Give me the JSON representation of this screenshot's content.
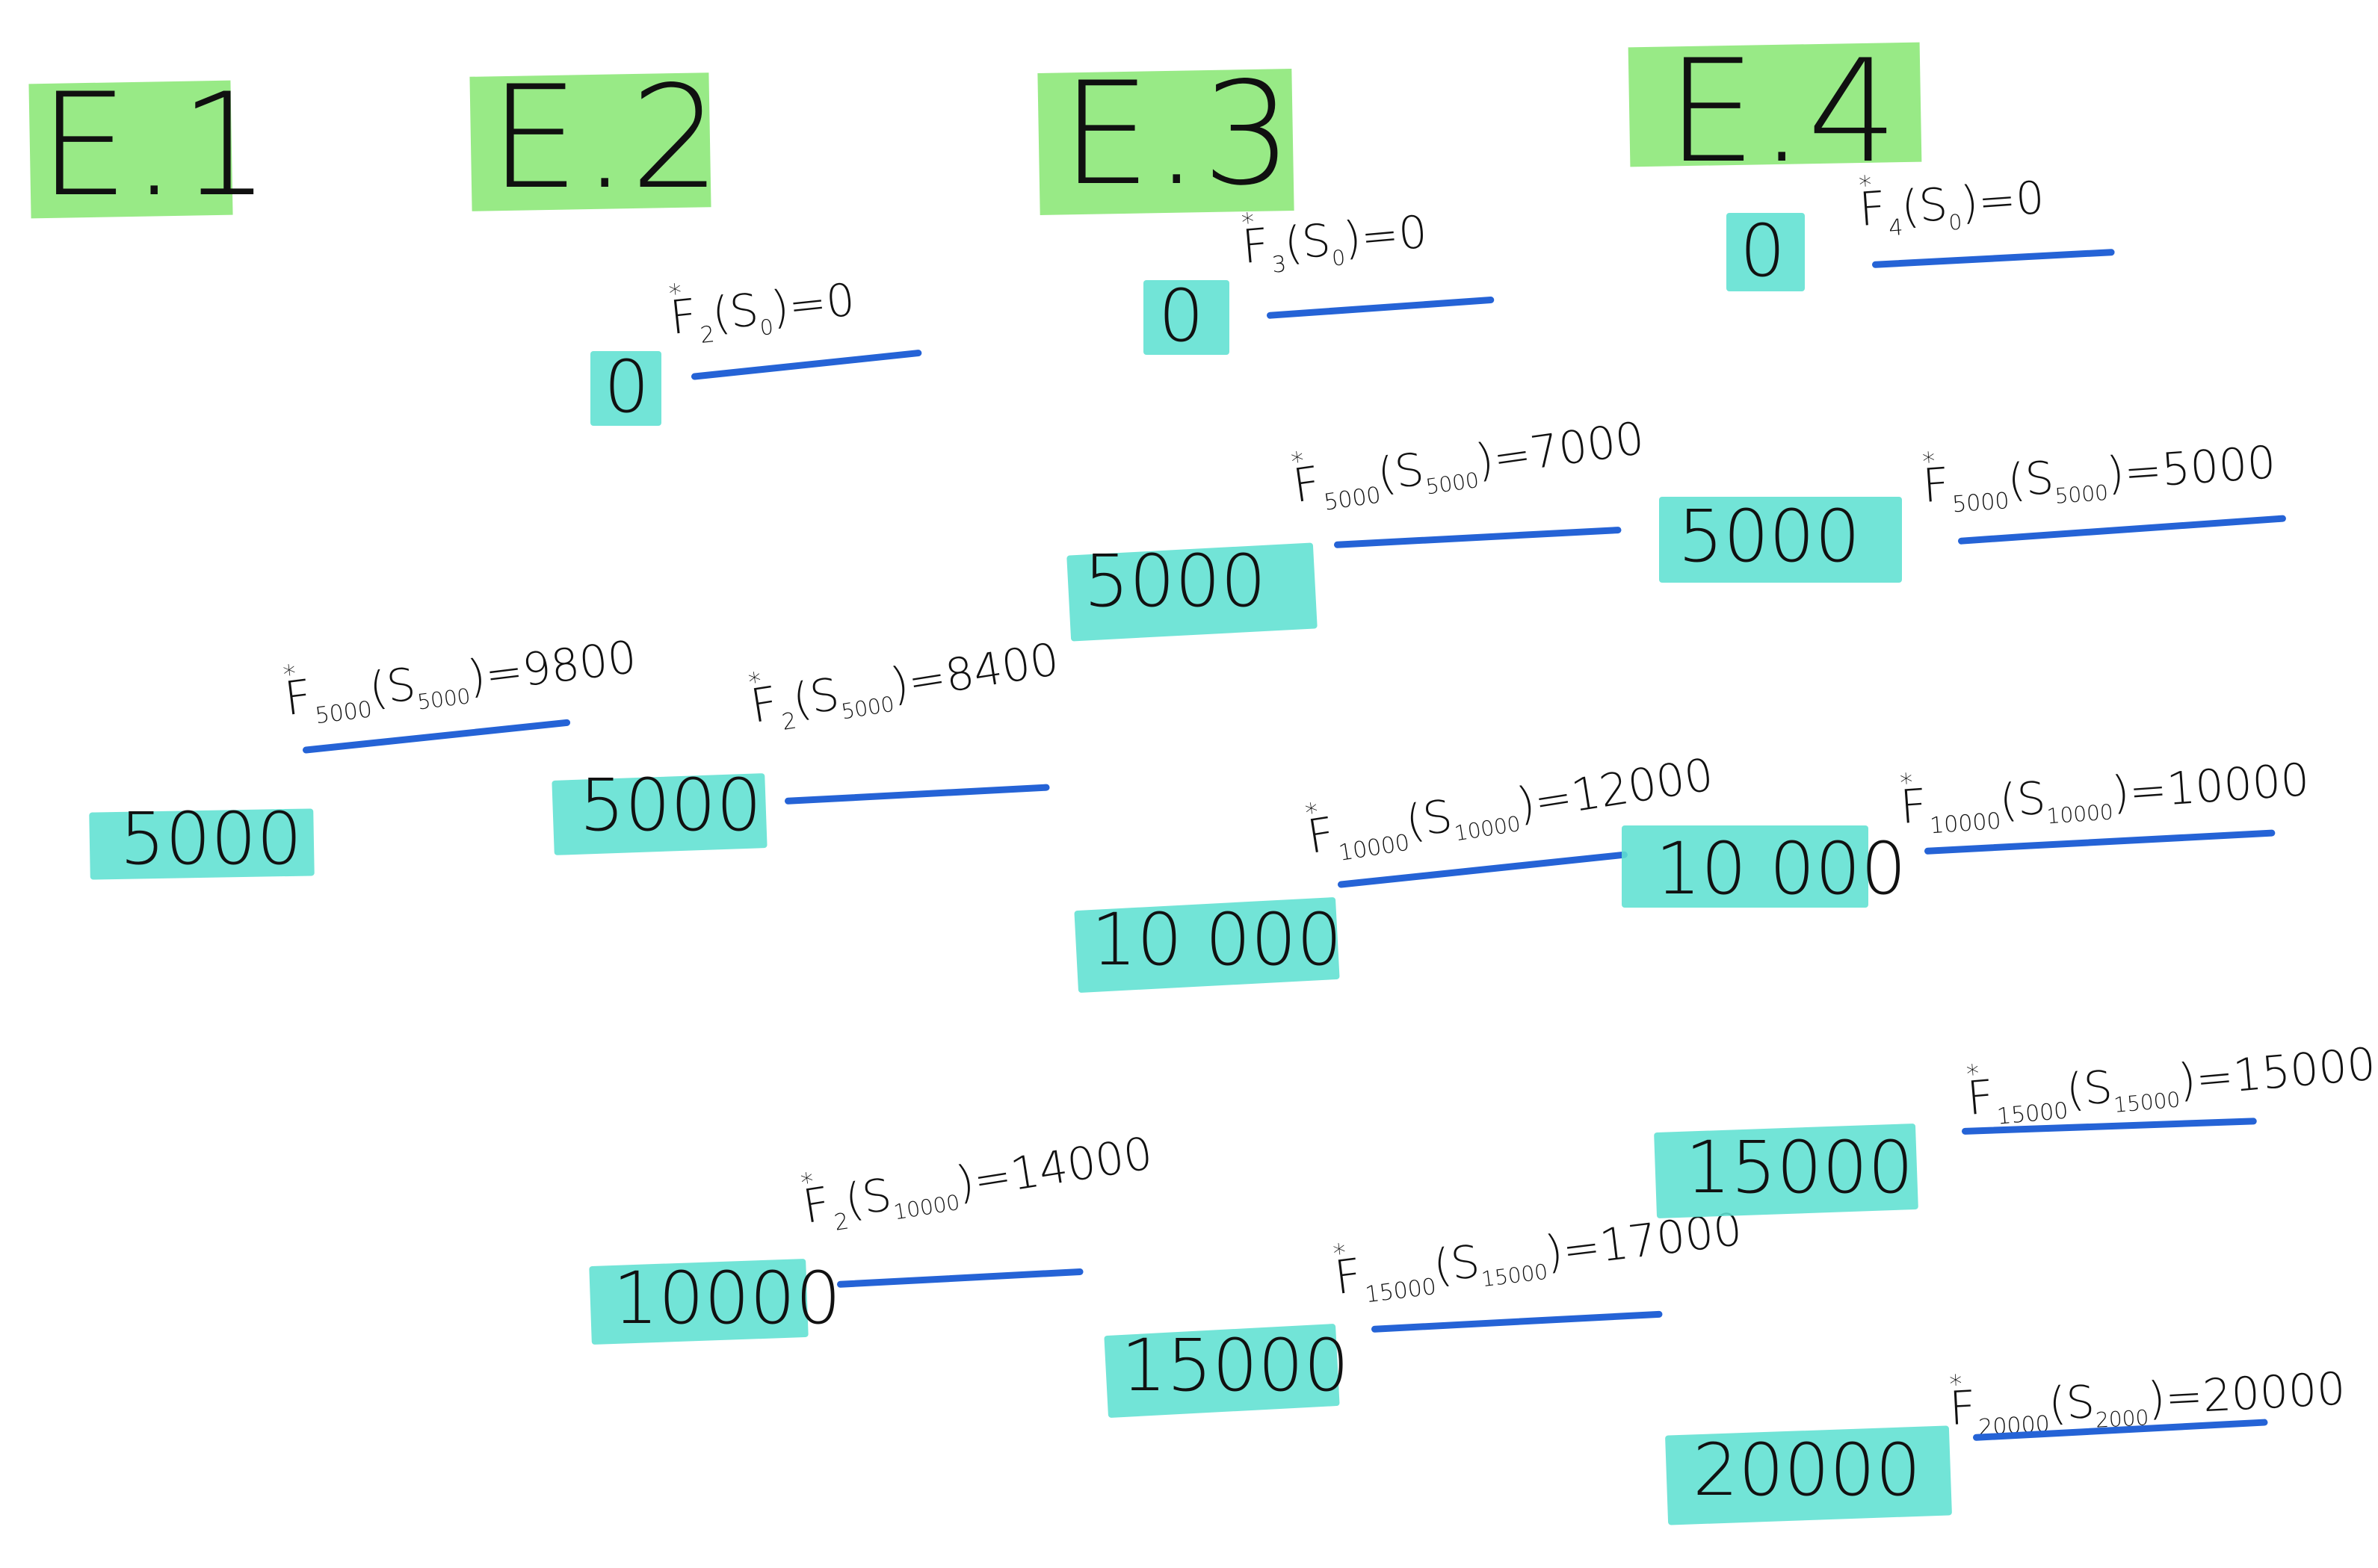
{
  "stages": [
    {
      "id": "e1",
      "label": "E.1"
    },
    {
      "id": "e2",
      "label": "E.2"
    },
    {
      "id": "e3",
      "label": "E.3"
    },
    {
      "id": "e4",
      "label": "E.4"
    }
  ],
  "nodes": [
    {
      "stage": "E.1",
      "value": "5000",
      "formula": {
        "sub": "5000",
        "arg_sub": "5000",
        "result": "9800"
      }
    },
    {
      "stage": "E.2",
      "value": "0",
      "formula": {
        "sub": "2",
        "arg_sub": "0",
        "result": "0"
      }
    },
    {
      "stage": "E.2",
      "value": "5000",
      "formula": {
        "sub": "2",
        "arg_sub": "5000",
        "result": "8400"
      }
    },
    {
      "stage": "E.2",
      "value": "10000",
      "formula": {
        "sub": "2",
        "arg_sub": "10000",
        "result": "14000"
      }
    },
    {
      "stage": "E.3",
      "value": "0",
      "formula": {
        "sub": "3",
        "arg_sub": "0",
        "result": "0"
      }
    },
    {
      "stage": "E.3",
      "value": "5000",
      "formula": {
        "sub": "5000",
        "arg_sub": "5000",
        "result": "7000"
      }
    },
    {
      "stage": "E.3",
      "value": "10 000",
      "formula": {
        "sub": "10000",
        "arg_sub": "10000",
        "result": "12000"
      }
    },
    {
      "stage": "E.3",
      "value": "15000",
      "formula": {
        "sub": "15000",
        "arg_sub": "15000",
        "result": "17000"
      }
    },
    {
      "stage": "E.4",
      "value": "0",
      "formula": {
        "sub": "4",
        "arg_sub": "0",
        "result": "0"
      }
    },
    {
      "stage": "E.4",
      "value": "5000",
      "formula": {
        "sub": "5000",
        "arg_sub": "5000",
        "result": "5000"
      }
    },
    {
      "stage": "E.4",
      "value": "10 000",
      "formula": {
        "sub": "10000",
        "arg_sub": "10000",
        "result": "10000"
      }
    },
    {
      "stage": "E.4",
      "value": "15000",
      "formula": {
        "sub": "15000",
        "arg_sub": "15000",
        "result": "15000"
      }
    },
    {
      "stage": "E.4",
      "value": "20000",
      "formula": {
        "sub": "20000",
        "arg_sub": "2000",
        "result": "20000"
      }
    }
  ],
  "symbols": {
    "F": "F",
    "star": "*",
    "S": "S",
    "open": "(",
    "close": ")",
    "eq": "="
  },
  "colors": {
    "stage_highlight": "#8fe87c",
    "node_highlight": "#5ee0d2",
    "underline": "#2563d6",
    "ink": "#111111"
  }
}
